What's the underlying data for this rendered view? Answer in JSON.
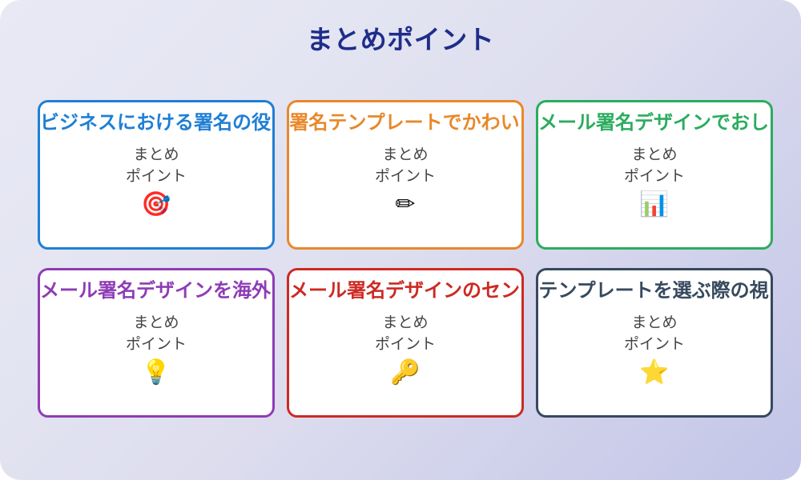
{
  "slide": {
    "title": "まとめポイント",
    "title_color": "#1f2d8a",
    "background_from": "#e9e9f5",
    "background_to": "#c2c5e7"
  },
  "cards": [
    {
      "title": "ビジネスにおける署名の役",
      "body_line1": "まとめ",
      "body_line2": "ポイント",
      "icon": "🎯",
      "icon_name": "dart-target-icon",
      "accent": "#1f7fd4"
    },
    {
      "title": "署名テンプレートでかわい",
      "body_line1": "まとめ",
      "body_line2": "ポイント",
      "icon": "✏",
      "icon_name": "pencil-icon",
      "accent": "#e8882a"
    },
    {
      "title": "メール署名デザインでおし",
      "body_line1": "まとめ",
      "body_line2": "ポイント",
      "icon": "📊",
      "icon_name": "bar-chart-icon",
      "accent": "#2bac5e"
    },
    {
      "title": "メール署名デザインを海外",
      "body_line1": "まとめ",
      "body_line2": "ポイント",
      "icon": "💡",
      "icon_name": "lightbulb-icon",
      "accent": "#8e3cb5"
    },
    {
      "title": "メール署名デザインのセン",
      "body_line1": "まとめ",
      "body_line2": "ポイント",
      "icon": "🔑",
      "icon_name": "key-icon",
      "accent": "#cc2a23"
    },
    {
      "title": "テンプレートを選ぶ際の視",
      "body_line1": "まとめ",
      "body_line2": "ポイント",
      "icon": "⭐",
      "icon_name": "star-icon",
      "accent": "#36495e"
    }
  ]
}
